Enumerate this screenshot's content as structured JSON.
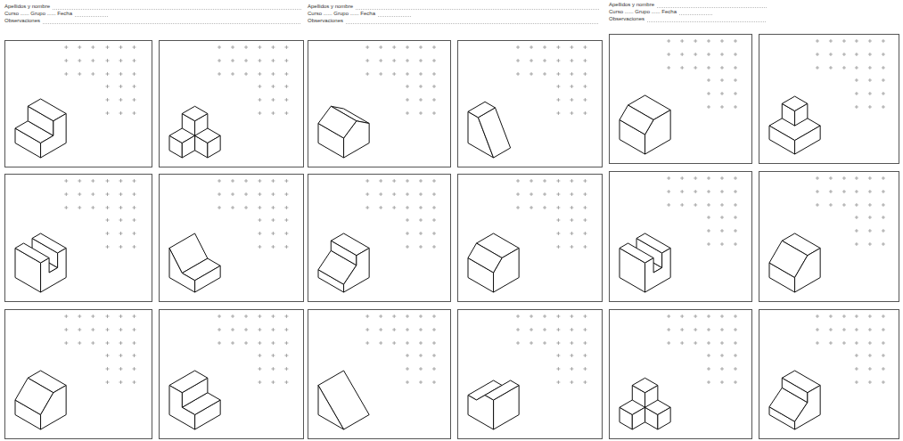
{
  "diagram": {
    "labels": [
      "Apellidos y nombre",
      "Curso ...... Grupo ...... Fecha",
      "Observaciones",
      "Apellidos y nombre",
      "Curso ...... Grupo ...... Fecha",
      "Observaciones",
      "Apellidos y nombre",
      "Curso ...... Grupo ...... Fecha",
      "Observaciones"
    ]
  }
}
